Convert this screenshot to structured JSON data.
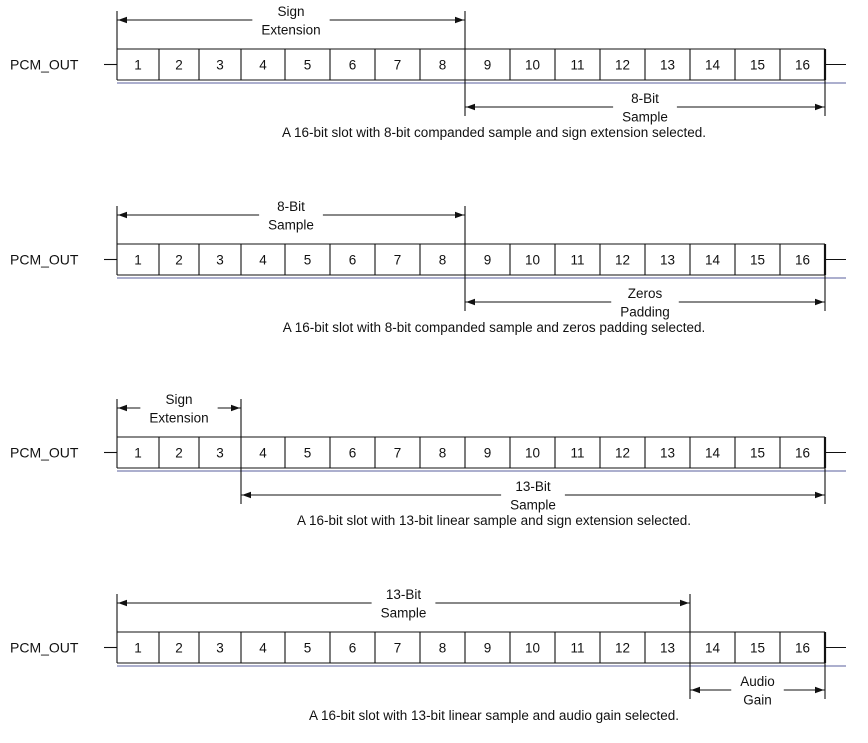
{
  "colors": {
    "line": "#111111",
    "baseline": "#7a7fb0",
    "background": "#ffffff",
    "text": "#111111"
  },
  "diagrams": [
    {
      "signal_label": "PCM_OUT",
      "cells": [
        "1",
        "2",
        "3",
        "4",
        "5",
        "6",
        "7",
        "8",
        "9",
        "10",
        "11",
        "12",
        "13",
        "14",
        "15",
        "16"
      ],
      "spans": [
        {
          "position": "above",
          "from_bit": 1,
          "to_bit": 8,
          "label_lines": [
            "Sign",
            "Extension"
          ]
        },
        {
          "position": "below",
          "from_bit": 9,
          "to_bit": 16,
          "label_lines": [
            "8-Bit",
            "Sample"
          ]
        }
      ],
      "caption": "A 16-bit slot with 8-bit companded sample and sign extension selected."
    },
    {
      "signal_label": "PCM_OUT",
      "cells": [
        "1",
        "2",
        "3",
        "4",
        "5",
        "6",
        "7",
        "8",
        "9",
        "10",
        "11",
        "12",
        "13",
        "14",
        "15",
        "16"
      ],
      "spans": [
        {
          "position": "above",
          "from_bit": 1,
          "to_bit": 8,
          "label_lines": [
            "8-Bit",
            "Sample"
          ]
        },
        {
          "position": "below",
          "from_bit": 9,
          "to_bit": 16,
          "label_lines": [
            "Zeros",
            "Padding"
          ]
        }
      ],
      "caption": "A 16-bit slot with 8-bit companded sample and zeros padding selected."
    },
    {
      "signal_label": "PCM_OUT",
      "cells": [
        "1",
        "2",
        "3",
        "4",
        "5",
        "6",
        "7",
        "8",
        "9",
        "10",
        "11",
        "12",
        "13",
        "14",
        "15",
        "16"
      ],
      "spans": [
        {
          "position": "above",
          "from_bit": 1,
          "to_bit": 3,
          "label_lines": [
            "Sign",
            "Extension"
          ]
        },
        {
          "position": "below",
          "from_bit": 4,
          "to_bit": 16,
          "label_lines": [
            "13-Bit",
            "Sample"
          ]
        }
      ],
      "caption": "A 16-bit slot with 13-bit linear sample and sign extension selected."
    },
    {
      "signal_label": "PCM_OUT",
      "cells": [
        "1",
        "2",
        "3",
        "4",
        "5",
        "6",
        "7",
        "8",
        "9",
        "10",
        "11",
        "12",
        "13",
        "14",
        "15",
        "16"
      ],
      "spans": [
        {
          "position": "above",
          "from_bit": 1,
          "to_bit": 13,
          "label_lines": [
            "13-Bit",
            "Sample"
          ]
        },
        {
          "position": "below",
          "from_bit": 14,
          "to_bit": 16,
          "label_lines": [
            "Audio",
            "Gain"
          ]
        }
      ],
      "caption": "A 16-bit slot with 13-bit linear sample and audio gain selected."
    }
  ]
}
